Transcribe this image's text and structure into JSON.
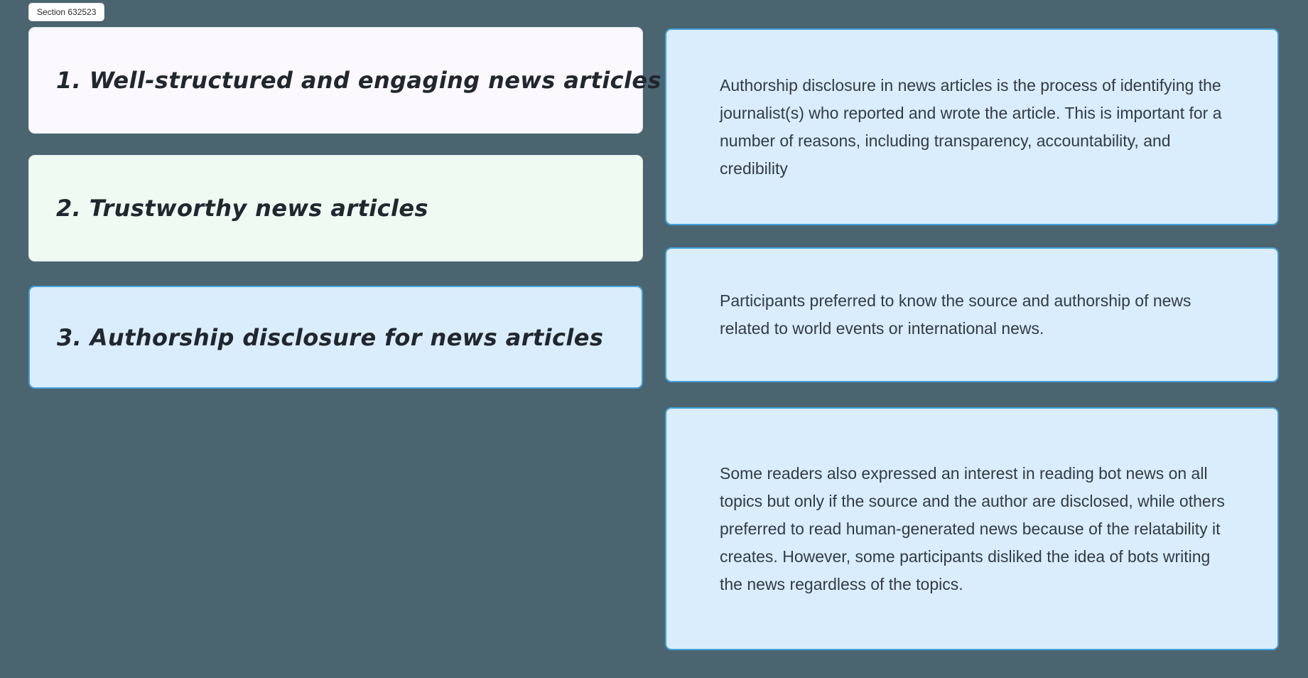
{
  "canvas": {
    "background_color": "#4b6570"
  },
  "section": {
    "label": "Section 632523"
  },
  "colors": {
    "card_blue_fill": "#d9edfc",
    "card_blue_border": "#44a0da",
    "card_lavender_fill": "#fbf8fe",
    "card_mint_fill": "#effaf2",
    "handwriting_text": "#21272e",
    "body_text": "#333b45",
    "label_background": "#ffffff"
  },
  "left_cards": [
    {
      "text": "1. Well-structured and engaging news articles",
      "bg_color": "#fbf8fe",
      "border_color": "#d9e7f4"
    },
    {
      "text": "2. Trustworthy news articles",
      "bg_color": "#effaf2",
      "border_color": "#d9e7f4"
    },
    {
      "text": "3. Authorship disclosure for news articles",
      "bg_color": "#d9edfc",
      "border_color": "#44a0da"
    }
  ],
  "right_cards": [
    {
      "text": "Authorship disclosure in news articles is the process of identifying the journalist(s) who reported and wrote the article. This is important for a number of reasons, including transparency, accountability, and credibility",
      "bg_color": "#d9edfc",
      "border_color": "#44a0da"
    },
    {
      "text": "Participants preferred to know the source and authorship of news related to world events or international news.",
      "bg_color": "#d9edfc",
      "border_color": "#44a0da"
    },
    {
      "text": "Some readers also expressed an interest in reading bot news on all topics but only if the source and the author are disclosed, while others preferred to read human-generated news because of the relatability it creates. However, some participants disliked the idea of bots writing the news regardless of the topics.",
      "bg_color": "#d9edfc",
      "border_color": "#44a0da"
    }
  ]
}
